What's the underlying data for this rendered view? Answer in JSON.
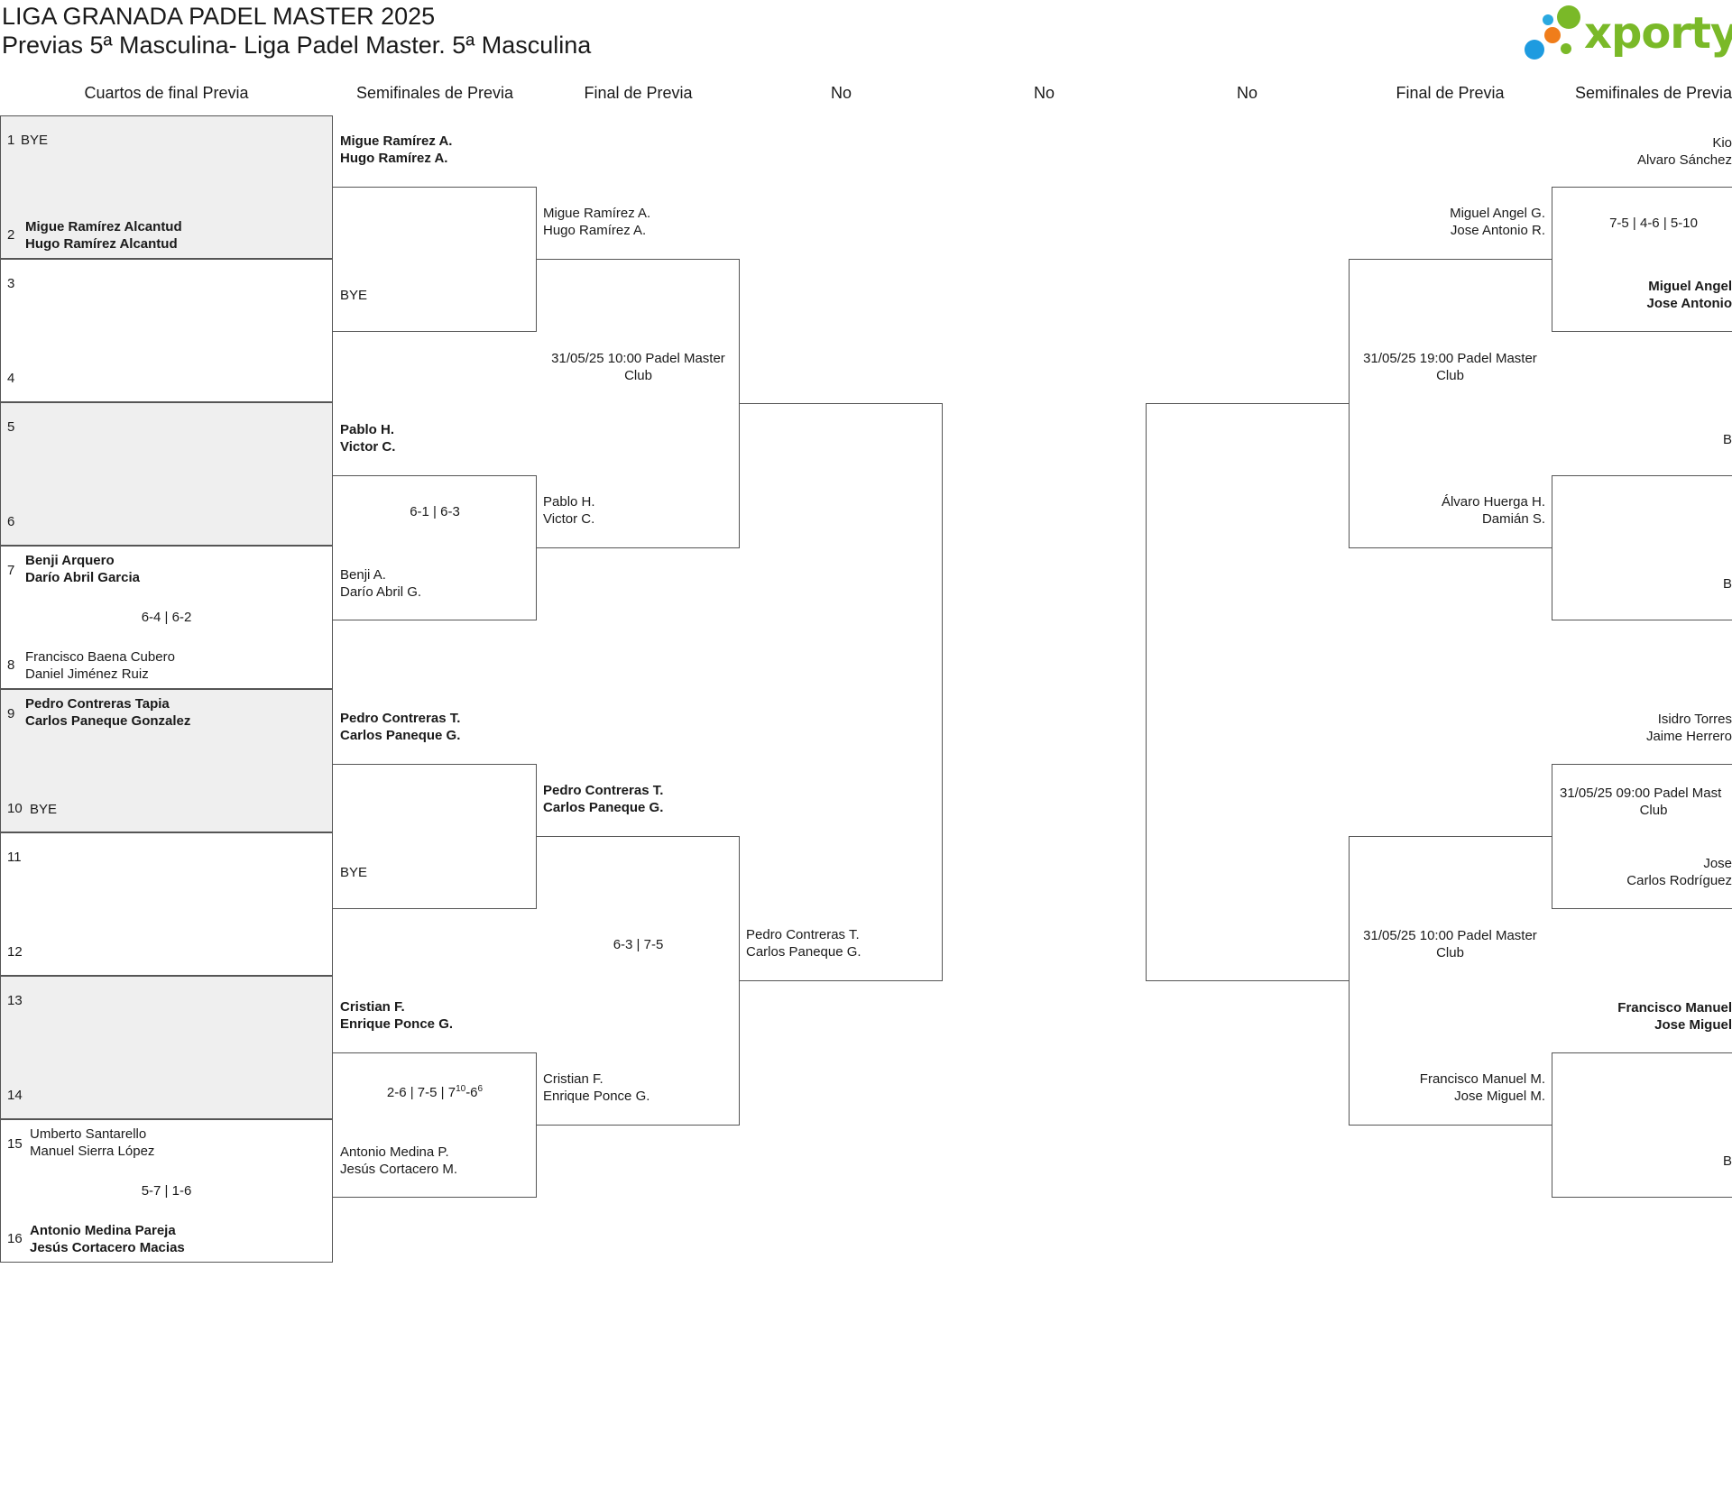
{
  "header": {
    "title": "LIGA GRANADA PADEL MASTER 2025",
    "subtitle": "Previas 5ª Masculina- Liga Padel Master. 5ª Masculina",
    "logo_text": "xporty"
  },
  "columns": {
    "c1": "Cuartos de final Previa",
    "c2": "Semifinales de Previa",
    "c3": "Final de Previa",
    "c4": "No",
    "c5": "No",
    "c6": "No",
    "c7": "Final de Previa",
    "c8": "Semifinales de Previa"
  },
  "r16": [
    {
      "s1": "1",
      "t1a": "BYE",
      "t1b": "",
      "s2": "2",
      "t2a": "Migue Ramírez Alcantud",
      "t2b": "Hugo Ramírez Alcantud",
      "score": ""
    },
    {
      "s1": "3",
      "t1a": "",
      "t1b": "",
      "s2": "4",
      "t2a": "",
      "t2b": "",
      "score": ""
    },
    {
      "s1": "5",
      "t1a": "",
      "t1b": "",
      "s2": "6",
      "t2a": "",
      "t2b": "",
      "score": ""
    },
    {
      "s1": "7",
      "t1a": "Benji Arquero",
      "t1b": "Darío Abril Garcia",
      "s2": "8",
      "t2a": "Francisco Baena Cubero",
      "t2b": "Daniel Jiménez Ruiz",
      "score": "6-4 | 6-2"
    },
    {
      "s1": "9",
      "t1a": "Pedro Contreras Tapia",
      "t1b": "Carlos Paneque Gonzalez",
      "s2": "10",
      "t2a": "BYE",
      "t2b": "",
      "score": ""
    },
    {
      "s1": "11",
      "t1a": "",
      "t1b": "",
      "s2": "12",
      "t2a": "",
      "t2b": "",
      "score": ""
    },
    {
      "s1": "13",
      "t1a": "",
      "t1b": "",
      "s2": "14",
      "t2a": "",
      "t2b": "",
      "score": ""
    },
    {
      "s1": "15",
      "t1a": "Umberto Santarello",
      "t1b": "Manuel Sierra López",
      "s2": "16",
      "t2a": "Antonio Medina Pareja",
      "t2b": "Jesús Cortacero Macias",
      "score": "5-7 | 1-6"
    }
  ],
  "left_qf": [
    {
      "a1": "Migue Ramírez A.",
      "a2": "Hugo Ramírez A.",
      "b1": "BYE",
      "b2": "",
      "score": ""
    },
    {
      "a1": "Pablo H.",
      "a2": "Victor C.",
      "b1": "Benji A.",
      "b2": "Darío Abril G.",
      "score": "6-1 | 6-3"
    },
    {
      "a1": "Pedro Contreras T.",
      "a2": "Carlos Paneque G.",
      "b1": "BYE",
      "b2": "",
      "score": ""
    },
    {
      "a1": "Cristian F.",
      "a2": "Enrique Ponce G.",
      "b1": "Antonio Medina P.",
      "b2": "Jesús Cortacero M.",
      "score_main": "2-6 | 7-5 | 7",
      "score_sup1": "10",
      "score_mid": "-6",
      "score_sup2": "6"
    }
  ],
  "left_sf": [
    {
      "a1": "Migue Ramírez A.",
      "a2": "Hugo Ramírez A.",
      "b1": "Pablo H.",
      "b2": "Victor C.",
      "info": "31/05/25 10:00 Padel Master Club"
    },
    {
      "a1": "Pedro Contreras T.",
      "a2": "Carlos Paneque G.",
      "b1": "Cristian F.",
      "b2": "Enrique Ponce G.",
      "info": "6-3 | 7-5"
    }
  ],
  "left_final": {
    "b1": "Pedro Contreras T.",
    "b2": "Carlos Paneque G."
  },
  "right_sf": [
    {
      "a1": "Miguel Angel G.",
      "a2": "Jose Antonio R.",
      "b1": "Álvaro Huerga H.",
      "b2": "Damián S.",
      "info": "31/05/25 19:00 Padel Master Club"
    },
    {
      "a1": "",
      "a2": "",
      "b1": "Francisco Manuel M.",
      "b2": "Jose Miguel M.",
      "info": "31/05/25 10:00 Padel Master Club"
    }
  ],
  "right_qf": [
    {
      "a1": "Kio",
      "a2": "Alvaro Sánchez",
      "b1": "Miguel Angel",
      "b2": "Jose Antonio",
      "score": "7-5 | 4-6 | 5-10"
    },
    {
      "a1": "B",
      "b1": "B"
    },
    {
      "a1": "Isidro Torres",
      "a2": "Jaime Herrero",
      "b1": "Jose",
      "b2": "Carlos Rodríguez",
      "score": "31/05/25 09:00 Padel Mast",
      "score2": "Club"
    },
    {
      "a1": "Francisco Manuel",
      "a2": "Jose Miguel",
      "b1": "B"
    }
  ]
}
